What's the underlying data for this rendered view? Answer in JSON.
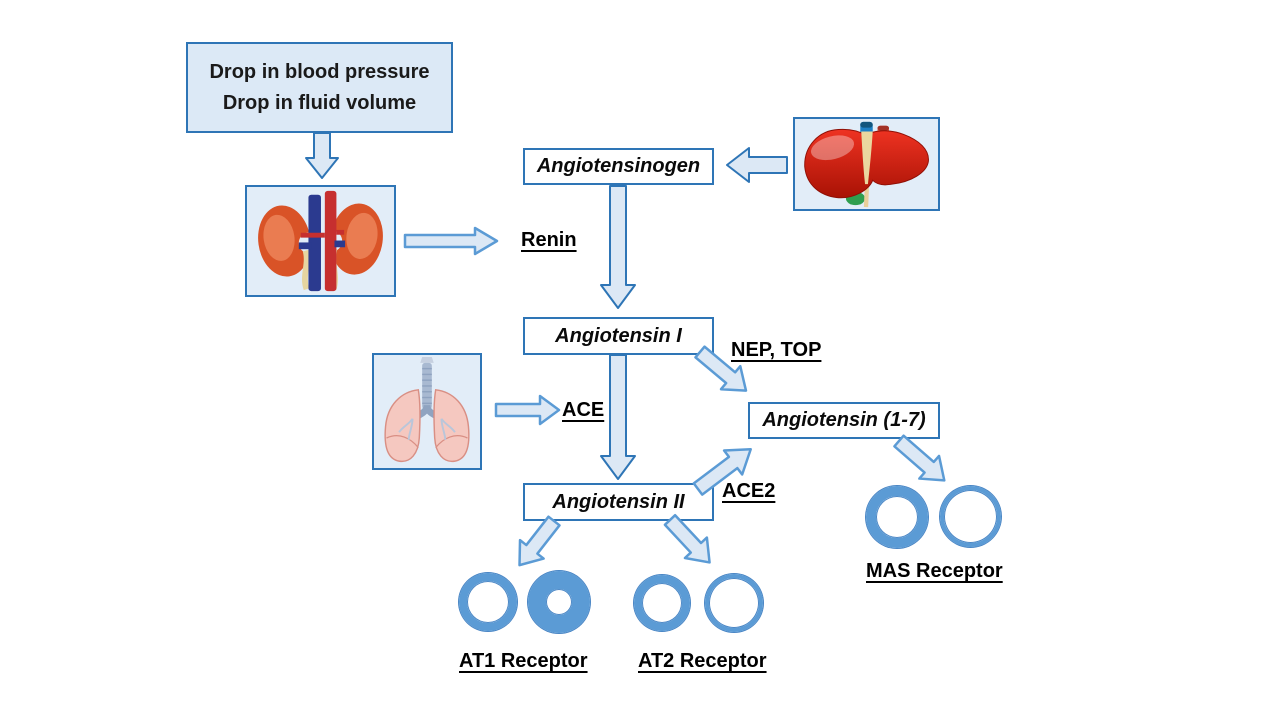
{
  "boxes": {
    "trigger_line1": "Drop in blood pressure",
    "trigger_line2": "Drop in fluid volume",
    "angiotensinogen": "Angiotensinogen",
    "angiotensin_i": "Angiotensin I",
    "angiotensin_ii": "Angiotensin II",
    "angiotensin_1_7": "Angiotensin (1-7)"
  },
  "enzymes": {
    "renin": "Renin",
    "ace": "ACE",
    "nep_top": "NEP, TOP",
    "ace2": "ACE2"
  },
  "receptors": {
    "at1": "AT1 Receptor",
    "at2": "AT2 Receptor",
    "mas": "MAS Receptor"
  },
  "organs": {
    "kidney": "kidneys",
    "liver": "liver",
    "lungs": "lungs"
  },
  "colors": {
    "box_border": "#2e75b6",
    "box_fill_light": "#dce9f6",
    "arrow_fill": "#dce8f5",
    "arrow_stroke_strong": "#2e75b6",
    "arrow_stroke_light": "#5b9bd5",
    "receptor_ring": "#5b9bd5",
    "text": "#000000"
  }
}
